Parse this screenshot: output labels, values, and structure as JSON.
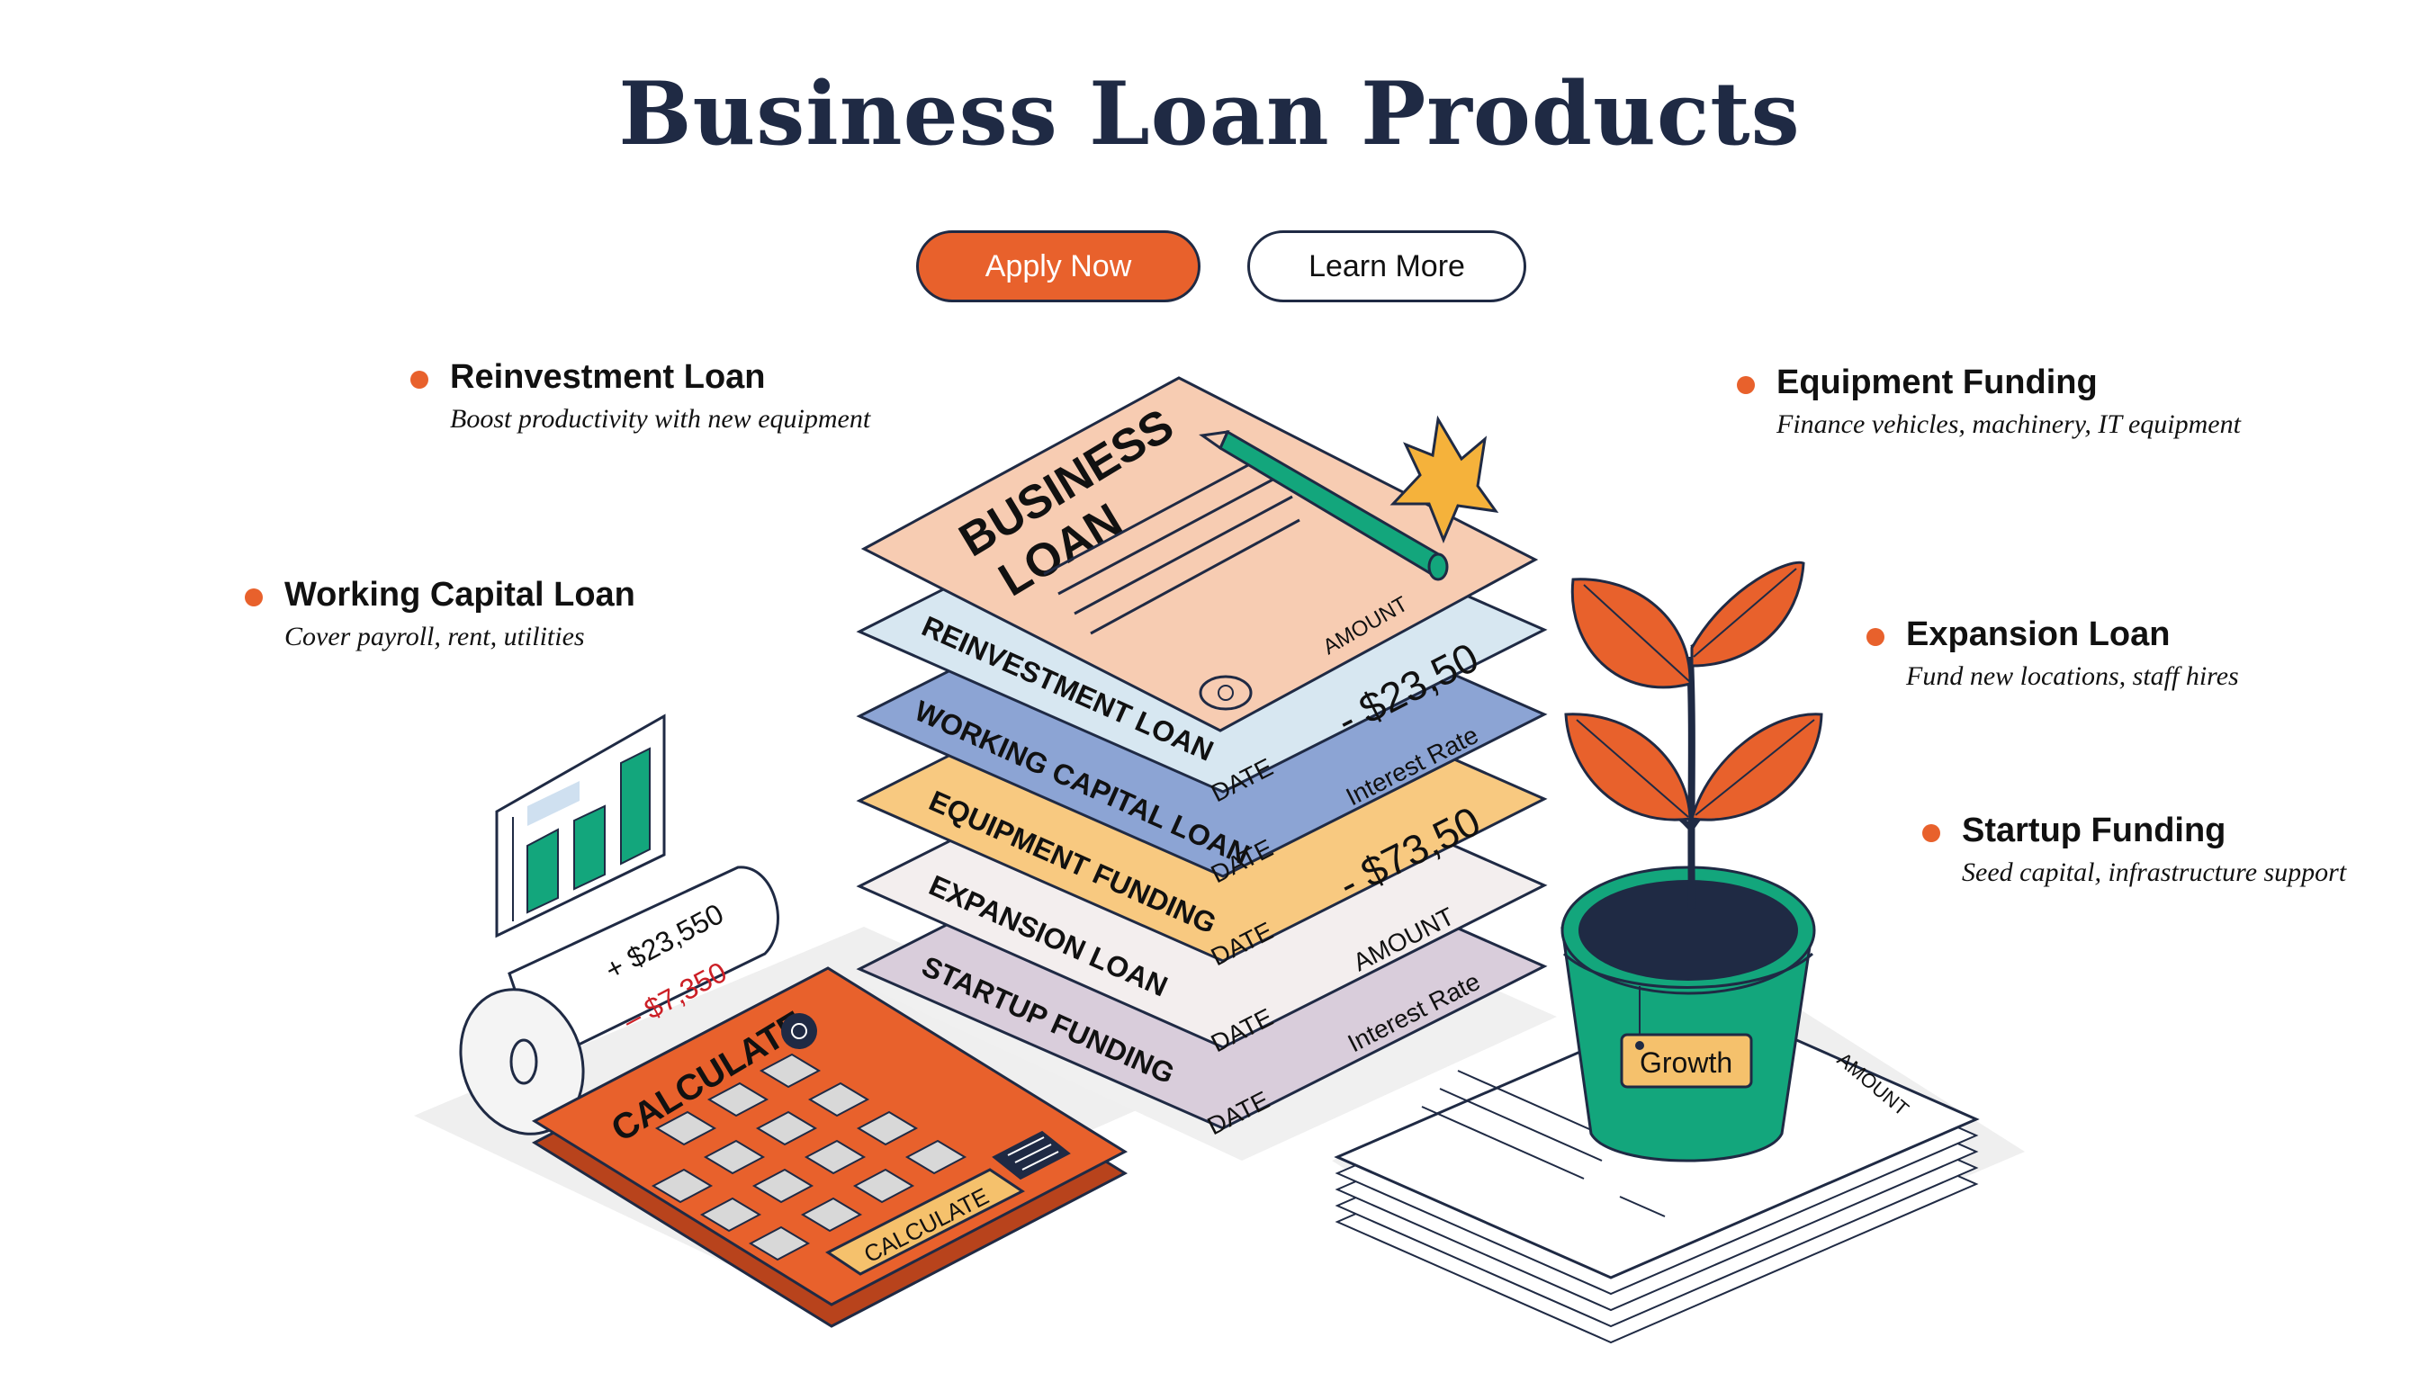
{
  "page": {
    "title": "Business Loan Products"
  },
  "buttons": {
    "apply": "Apply Now",
    "learn": "Learn More"
  },
  "features": [
    {
      "title": "Reinvestment Loan",
      "desc": "Boost productivity with new equipment"
    },
    {
      "title": "Working Capital Loan",
      "desc": "Cover payroll, rent, utilities"
    },
    {
      "title": "Equipment Funding",
      "desc": "Finance vehicles, machinery, IT equipment"
    },
    {
      "title": "Expansion Loan",
      "desc": "Fund new locations, staff hires"
    },
    {
      "title": "Startup Funding",
      "desc": "Seed capital, infrastructure support"
    }
  ],
  "document": {
    "heading_line1": "BUSINESS",
    "heading_line2": "LOAN",
    "amount_label": "AMOUNT"
  },
  "sheets": [
    {
      "name": "REINVESTMENT LOAN",
      "date": "DATE",
      "value": "- $23,50",
      "color": "#d7e7f1"
    },
    {
      "name": "WORKING CAPITAL LOAN",
      "date": "DATE",
      "value": "Interest Rate",
      "color": "#8ca4d4"
    },
    {
      "name": "EQUIPMENT FUNDING",
      "date": "DATE",
      "value": "- $73,50",
      "color": "#f8c980"
    },
    {
      "name": "EXPANSION LOAN",
      "date": "DATE",
      "value": "AMOUNT",
      "color": "#f3eeee"
    },
    {
      "name": "STARTUP FUNDING",
      "date": "DATE",
      "value": "Interest Rate",
      "color": "#d9cddb"
    }
  ],
  "receipt": {
    "plus": "+ $23,550",
    "minus": "– $7,350"
  },
  "calculator": {
    "label_top": "CALCULATE",
    "label_button": "CALCULATE"
  },
  "plant": {
    "tag": "Growth"
  },
  "papers": {
    "amount_label": "AMOUNT"
  },
  "colors": {
    "accent": "#e8612c",
    "navy": "#1f2a44",
    "green": "#13a67c"
  }
}
